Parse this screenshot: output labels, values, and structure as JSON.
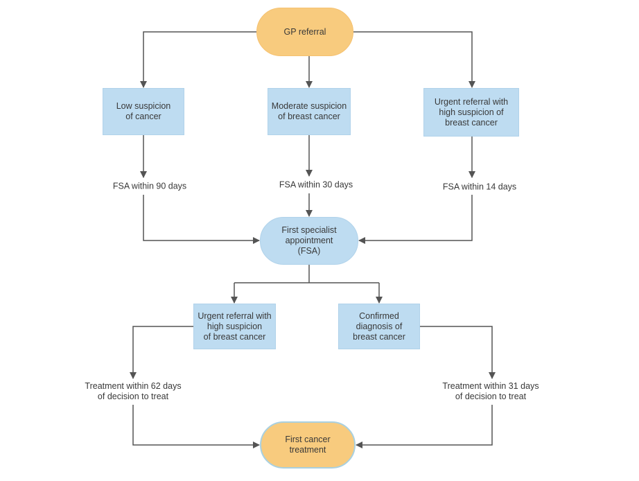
{
  "colors": {
    "box_blue_fill": "#BEDCF1",
    "box_blue_border": "#B0D2EA",
    "stadium_orange_fill": "#F8CB7E",
    "stadium_orange_border": "#F5C170",
    "treatment_border_blue": "#A9D0E0",
    "connector": "#545454",
    "text": "#383838",
    "background": "#FFFFFF"
  },
  "diagram": {
    "nodes": {
      "gp_referral": {
        "label": "GP referral"
      },
      "low_suspicion": {
        "label": "Low suspicion\nof cancer"
      },
      "moderate_suspicion": {
        "label": "Moderate suspicion\nof breast cancer"
      },
      "urgent_referral_high": {
        "label": "Urgent referral with\nhigh suspicion of\nbreast cancer"
      },
      "first_specialist_appointment": {
        "label": "First specialist\nappointment\n(FSA)"
      },
      "urgent_referral_high_fsa": {
        "label": "Urgent referral with\nhigh suspicion\nof breast cancer"
      },
      "confirmed_diagnosis": {
        "label": "Confirmed\ndiagnosis of\nbreast cancer"
      },
      "first_cancer_treatment": {
        "label": "First cancer\ntreatment"
      }
    },
    "edge_labels": {
      "fsa_90": "FSA within 90 days",
      "fsa_30": "FSA within 30 days",
      "fsa_14": "FSA within 14 days",
      "treatment_62": "Treatment within 62 days\nof decision to treat",
      "treatment_31": "Treatment within 31 days\nof decision to treat"
    }
  }
}
